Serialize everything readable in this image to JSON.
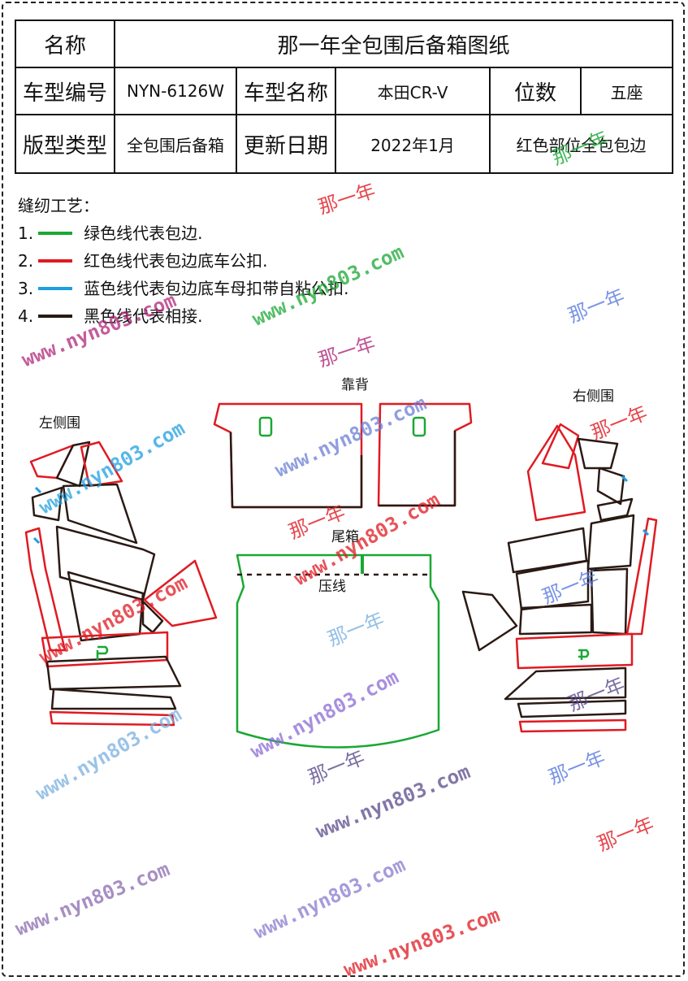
{
  "table": {
    "name_label": "名称",
    "title": "那一年全包围后备箱图纸",
    "model_code_label": "车型编号",
    "model_code": "NYN-6126W",
    "model_name_label": "车型名称",
    "model_name": "本田CR-V",
    "seats_label": "位数",
    "seats": "五座",
    "pattern_type_label": "版型类型",
    "pattern_type": "全包围后备箱",
    "update_label": "更新日期",
    "update_date": "2022年1月",
    "note": "红色部位全包包边"
  },
  "sewing": {
    "title": "缝纫工艺：",
    "items": [
      {
        "num": "1.",
        "color": "#1aa834",
        "text": "绿色线代表包边."
      },
      {
        "num": "2.",
        "color": "#e01a22",
        "text": "红色线代表包边底车公扣."
      },
      {
        "num": "3.",
        "color": "#1e9fe0",
        "text": "蓝色线代表包边底车母扣带自粘公扣."
      },
      {
        "num": "4.",
        "color": "#2a1a14",
        "text": "黑色线代表相接."
      }
    ]
  },
  "labels": {
    "left": "左侧围",
    "back": "靠背",
    "right": "右侧围",
    "trunk": "尾箱",
    "crease": "压线"
  },
  "watermarks": {
    "site": "www.nyn803.com",
    "brand": "那一年"
  },
  "colors": {
    "green": "#1aa834",
    "red": "#e01a22",
    "blue": "#1e9fe0",
    "black": "#2a1a14"
  }
}
